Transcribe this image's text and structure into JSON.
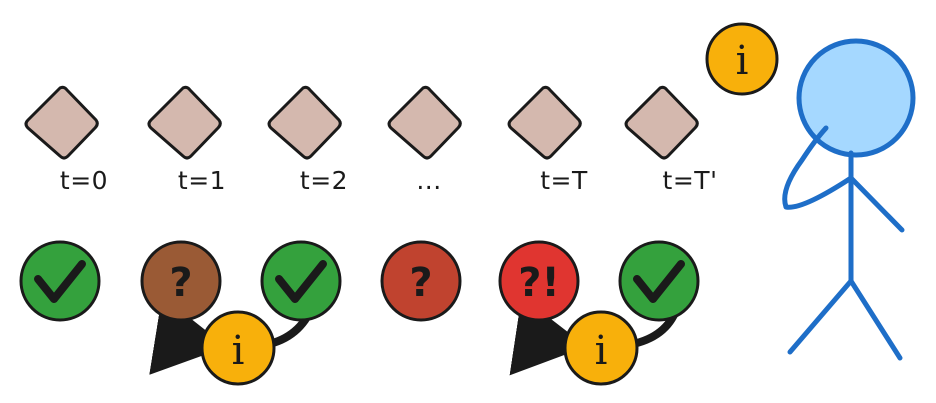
{
  "timeline": {
    "labels": [
      "t=0",
      "t=1",
      "t=2",
      "...",
      "t=T",
      "t=T'"
    ]
  },
  "status": {
    "q1": "?",
    "q2": "?",
    "q3": "?!"
  },
  "info": {
    "glyph": "i"
  },
  "colors": {
    "state": "#d4b8ae",
    "check": "#34a13d",
    "question_brown": "#9a5a35",
    "question_red": "#c0432f",
    "question_bright_red": "#e03530",
    "info": "#f8b00b",
    "person": "#1e6ec8",
    "person_head": "#a5d8ff"
  }
}
